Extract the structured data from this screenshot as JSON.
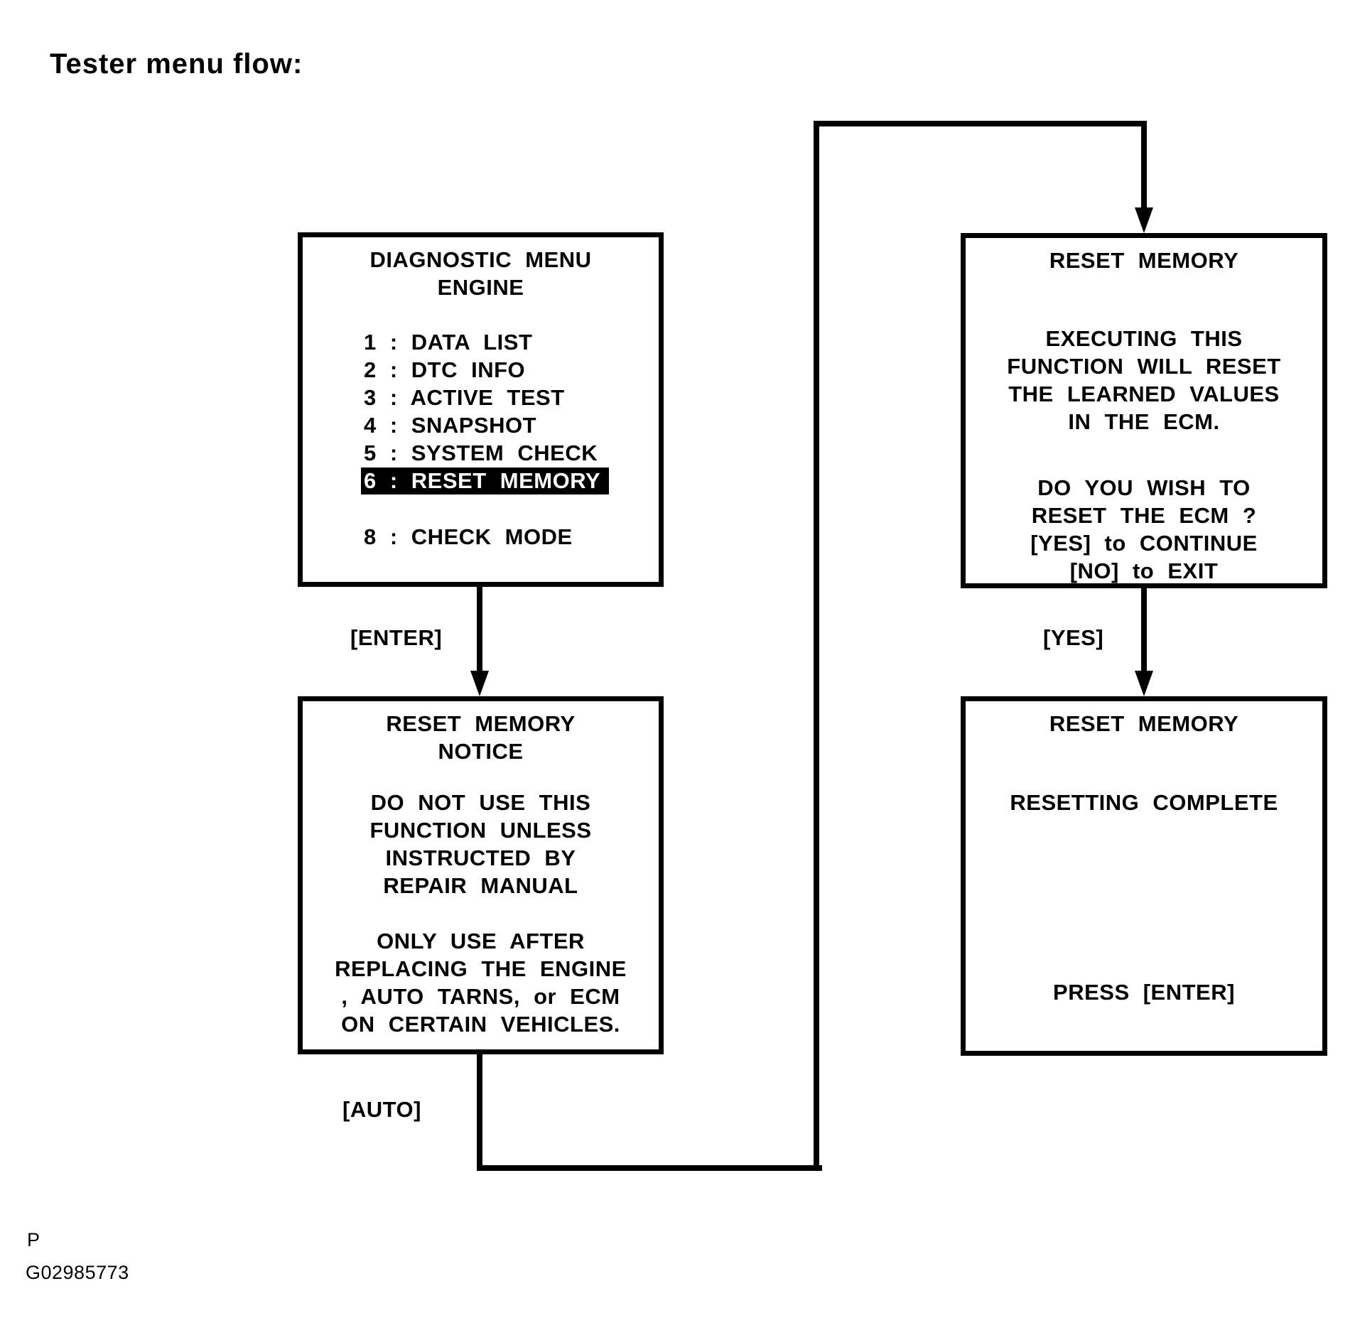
{
  "page_title": "Tester menu flow:",
  "colors": {
    "foreground": "#000000",
    "background": "#ffffff",
    "highlight_bg": "#000000",
    "highlight_fg": "#ffffff"
  },
  "connectors": {
    "enter_label": "[ENTER]",
    "yes_label": "[YES]",
    "auto_label": "[AUTO]"
  },
  "boxes": {
    "diagnostic_menu": {
      "title": [
        "DIAGNOSTIC MENU",
        "ENGINE"
      ],
      "items": [
        {
          "text": "1 : DATA LIST",
          "highlighted": false
        },
        {
          "text": "2 : DTC INFO",
          "highlighted": false
        },
        {
          "text": "3 : ACTIVE TEST",
          "highlighted": false
        },
        {
          "text": "4 : SNAPSHOT",
          "highlighted": false
        },
        {
          "text": "5 : SYSTEM CHECK",
          "highlighted": false
        },
        {
          "text": "6 : RESET MEMORY",
          "highlighted": true
        },
        {
          "text": "8 : CHECK MODE",
          "highlighted": false
        }
      ]
    },
    "reset_memory_confirm": {
      "title": "RESET MEMORY",
      "body1": [
        "EXECUTING THIS",
        "FUNCTION WILL RESET",
        "THE LEARNED VALUES",
        "IN THE ECM."
      ],
      "body2": [
        "DO YOU WISH TO",
        "RESET THE ECM ?",
        "[YES] to CONTINUE",
        "[NO] to EXIT"
      ]
    },
    "reset_memory_notice": {
      "title": [
        "RESET MEMORY",
        "NOTICE"
      ],
      "body1": [
        "DO NOT USE THIS",
        "FUNCTION UNLESS",
        "INSTRUCTED BY",
        "REPAIR MANUAL"
      ],
      "body2": [
        "ONLY USE AFTER",
        "REPLACING THE ENGINE",
        ", AUTO TARNS, or ECM",
        "ON CERTAIN VEHICLES."
      ]
    },
    "reset_memory_complete": {
      "title": "RESET MEMORY",
      "status": "RESETTING COMPLETE",
      "action": "PRESS [ENTER]"
    }
  },
  "footer": {
    "page_marker": "P",
    "figure_id": "G02985773"
  }
}
